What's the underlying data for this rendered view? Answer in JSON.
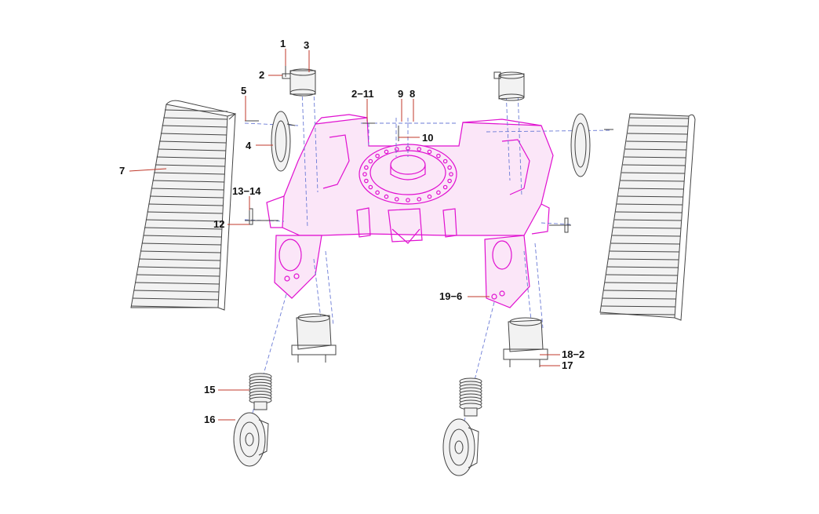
{
  "diagram": {
    "callouts": [
      {
        "id": "c1",
        "text": "1"
      },
      {
        "id": "c2",
        "text": "2"
      },
      {
        "id": "c3",
        "text": "3"
      },
      {
        "id": "c5",
        "text": "5"
      },
      {
        "id": "c4",
        "text": "4"
      },
      {
        "id": "c7",
        "text": "7"
      },
      {
        "id": "c2-11",
        "text": "2−11"
      },
      {
        "id": "c9",
        "text": "9"
      },
      {
        "id": "c8",
        "text": "8"
      },
      {
        "id": "c10",
        "text": "10"
      },
      {
        "id": "c13-14",
        "text": "13−14"
      },
      {
        "id": "c12",
        "text": "12"
      },
      {
        "id": "c19-6",
        "text": "19−6"
      },
      {
        "id": "c18-2",
        "text": "18−2"
      },
      {
        "id": "c17",
        "text": "17"
      },
      {
        "id": "c15",
        "text": "15"
      },
      {
        "id": "c16",
        "text": "16"
      }
    ],
    "colors": {
      "frame": "#e010d0",
      "parts": "#444444",
      "leader": "#c0392b",
      "centerline": "#6b7bd6"
    }
  }
}
